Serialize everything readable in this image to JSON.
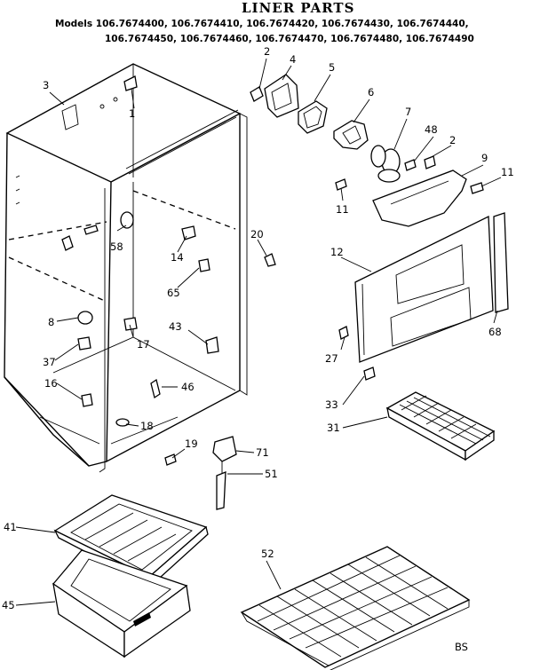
{
  "header": {
    "title": "LINER PARTS",
    "models_line1": "Models 106.7674400, 106.7674410, 106.7674420, 106.7674430, 106.7674440,",
    "models_line2": "106.7674450, 106.7674460, 106.7674470, 106.7674480, 106.7674490"
  },
  "callouts": {
    "c1": "1",
    "c2a": "2",
    "c2b": "2",
    "c3": "3",
    "c4": "4",
    "c5": "5",
    "c6": "6",
    "c7": "7",
    "c8": "8",
    "c9": "9",
    "c11a": "11",
    "c11b": "11",
    "c12": "12",
    "c14": "14",
    "c16": "16",
    "c17": "17",
    "c18": "18",
    "c19": "19",
    "c20": "20",
    "c27": "27",
    "c31": "31",
    "c33": "33",
    "c37": "37",
    "c41": "41",
    "c43": "43",
    "c45": "45",
    "c46": "46",
    "c48": "48",
    "c51": "51",
    "c52": "52",
    "c58": "58",
    "c65": "65",
    "c68": "68",
    "c71": "71"
  },
  "footer": {
    "initials": "BS"
  }
}
